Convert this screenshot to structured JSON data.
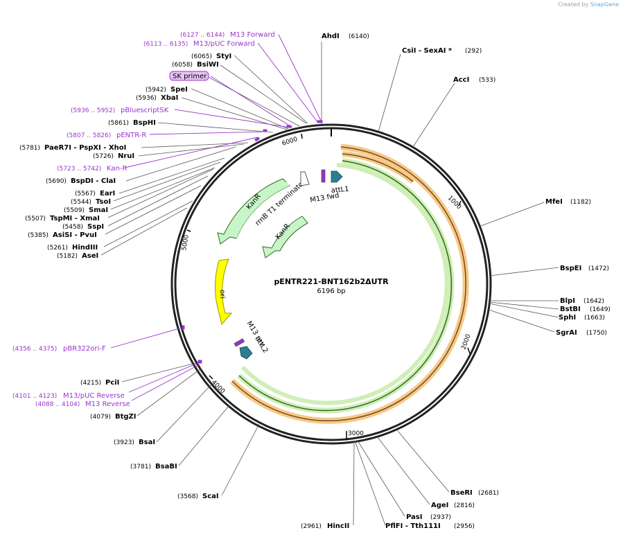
{
  "credit": {
    "prefix": "Created by",
    "brand": "SnapGene"
  },
  "plasmid": {
    "name": "pENTR221-BNT162b2ΔUTR",
    "length_label": "6196 bp",
    "length": 6196
  },
  "ticks": [
    "1000",
    "2000",
    "3000",
    "4000",
    "5000",
    "6000"
  ],
  "features": [
    {
      "label": "KanR",
      "type": "outer-arrow",
      "color": "#c8f5c8"
    },
    {
      "label": "KanR",
      "type": "inner-arrow",
      "color": "#c8f5c8"
    },
    {
      "label": "rrnB T1 terminator",
      "type": "terminator",
      "color": "#ffffff"
    },
    {
      "label": "ori",
      "type": "ori",
      "color": "#ffff00"
    },
    {
      "label": "M13 fwd",
      "type": "primer",
      "color": "#9933cc"
    },
    {
      "label": "attL1",
      "type": "att",
      "color": "#2b7f8e"
    },
    {
      "label": "M13 rev",
      "type": "primer",
      "color": "#9933cc"
    },
    {
      "label": "attL2",
      "type": "att",
      "color": "#2b7f8e"
    }
  ],
  "orf_colors": {
    "orange": "#f5a623",
    "green": "#6cc04a"
  },
  "sites_right": [
    {
      "name": "AhdI",
      "pos": "(6140)"
    },
    {
      "name": "CsiI - SexAI *",
      "pos": "(292)"
    },
    {
      "name": "AccI",
      "pos": "(533)"
    },
    {
      "name": "MfeI",
      "pos": "(1182)"
    },
    {
      "name": "BspEI",
      "pos": "(1472)"
    },
    {
      "name": "BlpI",
      "pos": "(1642)"
    },
    {
      "name": "BstBI",
      "pos": "(1649)"
    },
    {
      "name": "SphI",
      "pos": "(1663)"
    },
    {
      "name": "SgrAI",
      "pos": "(1750)"
    },
    {
      "name": "BseRI",
      "pos": "(2681)"
    },
    {
      "name": "AgeI",
      "pos": "(2816)"
    },
    {
      "name": "PasI",
      "pos": "(2937)"
    },
    {
      "name": "PflFI - Tth111I",
      "pos": "(2956)"
    },
    {
      "name": "HincII",
      "pos": "(2961)"
    }
  ],
  "sites_left": [
    {
      "name": "StyI",
      "pos": "(6065)"
    },
    {
      "name": "BsiWI",
      "pos": "(6058)"
    },
    {
      "name": "SpeI",
      "pos": "(5942)"
    },
    {
      "name": "XbaI",
      "pos": "(5936)"
    },
    {
      "name": "BspHI",
      "pos": "(5861)"
    },
    {
      "name": "PaeR7I - PspXI - XhoI",
      "pos": "(5781)"
    },
    {
      "name": "NruI",
      "pos": "(5726)"
    },
    {
      "name": "BspDI - ClaI",
      "pos": "(5690)"
    },
    {
      "name": "EarI",
      "pos": "(5567)"
    },
    {
      "name": "TsoI",
      "pos": "(5544)"
    },
    {
      "name": "SmaI",
      "pos": "(5509)"
    },
    {
      "name": "TspMI - XmaI",
      "pos": "(5507)"
    },
    {
      "name": "SspI",
      "pos": "(5458)"
    },
    {
      "name": "AsiSI - PvuI",
      "pos": "(5385)"
    },
    {
      "name": "HindIII",
      "pos": "(5261)"
    },
    {
      "name": "AseI",
      "pos": "(5182)"
    },
    {
      "name": "PciI",
      "pos": "(4215)"
    },
    {
      "name": "BtgZI",
      "pos": "(4079)"
    },
    {
      "name": "BsaI",
      "pos": "(3923)"
    },
    {
      "name": "BsaBI",
      "pos": "(3781)"
    },
    {
      "name": "ScaI",
      "pos": "(3568)"
    }
  ],
  "primers": [
    {
      "name": "M13 Forward",
      "pos": "(6127 .. 6144)"
    },
    {
      "name": "M13/pUC Forward",
      "pos": "(6113 .. 6135)"
    },
    {
      "name": "SK primer",
      "pos": ""
    },
    {
      "name": "pBluescriptSK",
      "pos": "(5936 .. 5952)"
    },
    {
      "name": "pENTR-R",
      "pos": "(5807 .. 5826)"
    },
    {
      "name": "Kan-R",
      "pos": "(5723 .. 5742)"
    },
    {
      "name": "pBR322ori-F",
      "pos": "(4356 .. 4375)"
    },
    {
      "name": "M13/pUC Reverse",
      "pos": "(4101 .. 4123)"
    },
    {
      "name": "M13 Reverse",
      "pos": "(4088 .. 4104)"
    }
  ]
}
